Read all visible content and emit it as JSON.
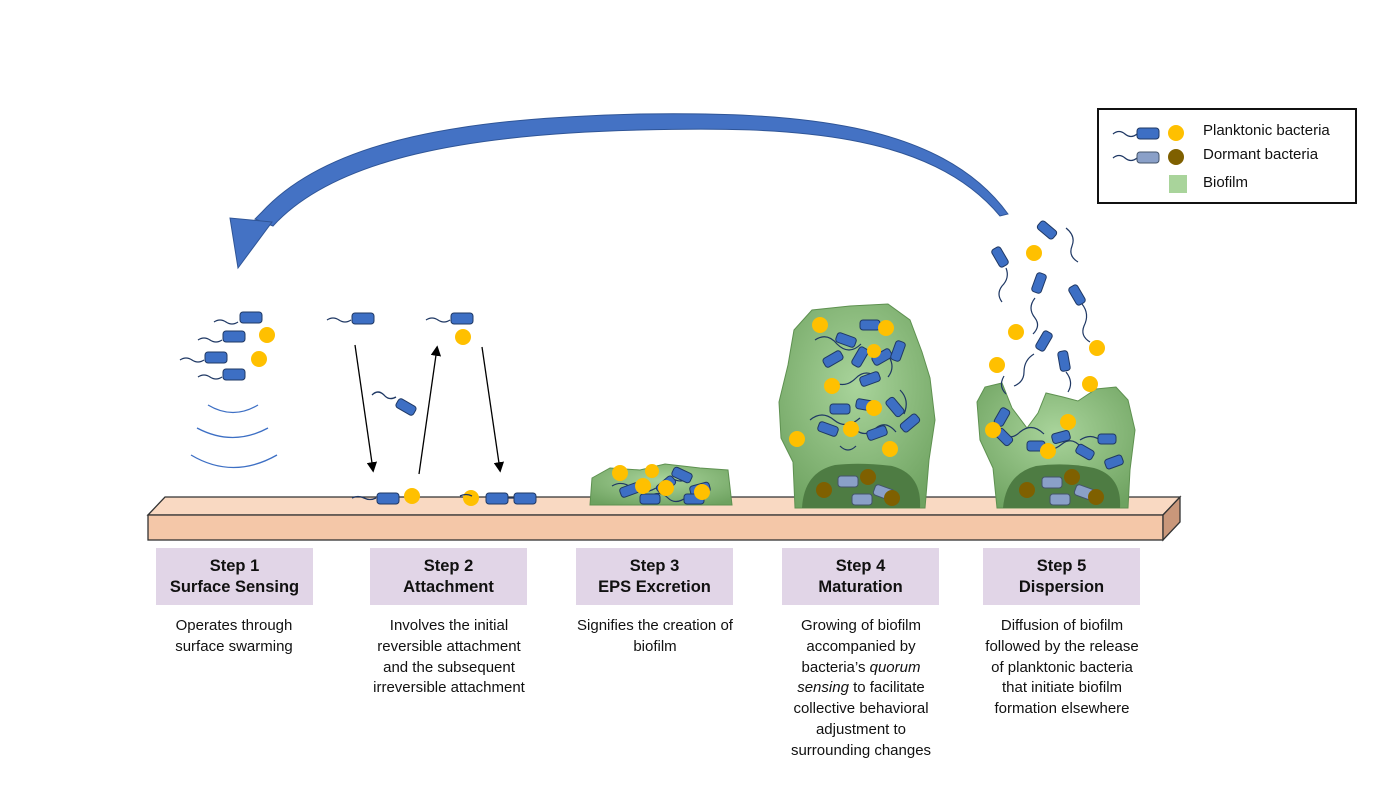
{
  "legend": {
    "planktonic_label": "Planktonic bacteria",
    "dormant_label": "Dormant bacteria",
    "biofilm_label": "Biofilm"
  },
  "colors": {
    "planktonic_rod": "#3d6fc4",
    "planktonic_coccus": "#ffc000",
    "dormant_rod": "#8aa0c8",
    "dormant_coccus": "#7f6000",
    "biofilm_light": "#8fc47e",
    "biofilm_dark": "#5e9150",
    "surface": "#f4c7a8",
    "cycle_arrow": "#4472c4",
    "step_box": "#e1d5e7"
  },
  "steps": [
    {
      "title": "Step 1",
      "name": "Surface Sensing",
      "description": "Operates through surface swarming"
    },
    {
      "title": "Step 2",
      "name": "Attachment",
      "description": "Involves the initial reversible attachment and the subsequent irreversible attachment"
    },
    {
      "title": "Step 3",
      "name": "EPS Excretion",
      "description": "Signifies the creation of biofilm"
    },
    {
      "title": "Step 4",
      "name": "Maturation",
      "description_pre": "Growing of biofilm accompanied by bacteria’s ",
      "description_italic": "quorum sensing",
      "description_post": " to facilitate collective behavioral adjustment to surrounding changes"
    },
    {
      "title": "Step 5",
      "name": "Dispersion",
      "description": "Diffusion of biofilm followed by the release of planktonic bacteria that initiate biofilm formation elsewhere"
    }
  ]
}
